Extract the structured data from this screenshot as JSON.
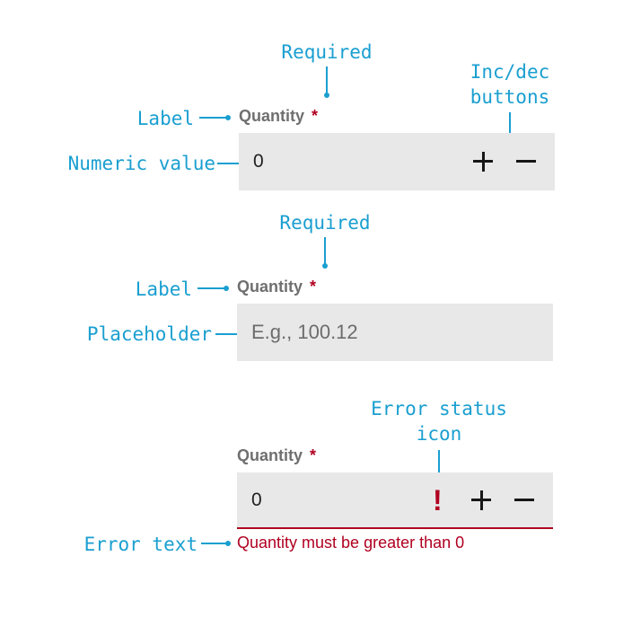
{
  "annotations": {
    "required": "Required",
    "inc_dec_line1": "Inc/dec",
    "inc_dec_line2": "buttons",
    "label": "Label",
    "numeric_value": "Numeric value",
    "placeholder": "Placeholder",
    "error_status_line1": "Error status",
    "error_status_line2": "icon",
    "error_text": "Error text"
  },
  "example1": {
    "label": "Quantity",
    "required_mark": "*",
    "value": "0",
    "increment": "+",
    "decrement": "−"
  },
  "example2": {
    "label": "Quantity",
    "required_mark": "*",
    "placeholder": "E.g., 100.12"
  },
  "example3": {
    "label": "Quantity",
    "required_mark": "*",
    "value": "0",
    "error_icon": "!",
    "increment": "+",
    "decrement": "−",
    "error_message": "Quantity must be greater than 0"
  },
  "colors": {
    "annotation": "#1a9fd0",
    "field_background": "#e8e8e8",
    "error": "#b00020",
    "label": "#6f6f6f"
  }
}
